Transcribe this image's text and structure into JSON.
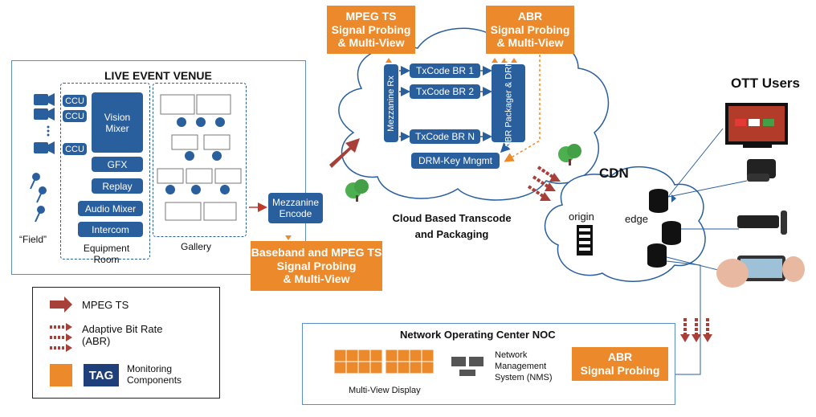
{
  "venue": {
    "title": "LIVE EVENT VENUE",
    "ccu": [
      "CCU",
      "CCU",
      "CCU"
    ],
    "vision_mixer": "Vision Mixer",
    "gfx": "GFX",
    "replay": "Replay",
    "audio_mixer": "Audio Mixer",
    "intercom": "Intercom",
    "equipment_room": "Equipment Room",
    "gallery": "Gallery",
    "field": "“Field”"
  },
  "mezzanine_encode": "Mezzanine Encode",
  "baseband_probe": "Baseband and MPEG TS\nSignal Probing\n& Multi-View",
  "mpeg_probe": "MPEG TS\nSignal Probing\n& Multi-View",
  "abr_probe_top": "ABR\nSignal Probing\n& Multi-View",
  "cloud": {
    "mezzanine_rx": "Mezzanine Rx",
    "txcode": [
      "TxCode BR 1",
      "TxCode BR 2",
      "TxCode BR N"
    ],
    "abr_packager": "ABR Packager & DRM",
    "drm_key": "DRM-Key Mngmt",
    "caption": "Cloud Based Transcode\nand Packaging"
  },
  "cdn": {
    "title": "CDN",
    "origin": "origin",
    "edge": "edge"
  },
  "ott_users": "OTT Users",
  "legend": {
    "mpeg_ts": "MPEG TS",
    "abr": "Adaptive Bit Rate\n(ABR)",
    "monitoring": "Monitoring\nComponents",
    "tag_logo": "TAG"
  },
  "noc": {
    "title": "Network Operating Center NOC",
    "multiview": "Multi-View Display",
    "nms": "Network\nManagement\nSystem  (NMS)",
    "abr_probe": "ABR\nSignal Probing"
  },
  "colors": {
    "blue": "#2a5f9e",
    "orange": "#ec8a2b",
    "arrow": "#a8403a"
  }
}
